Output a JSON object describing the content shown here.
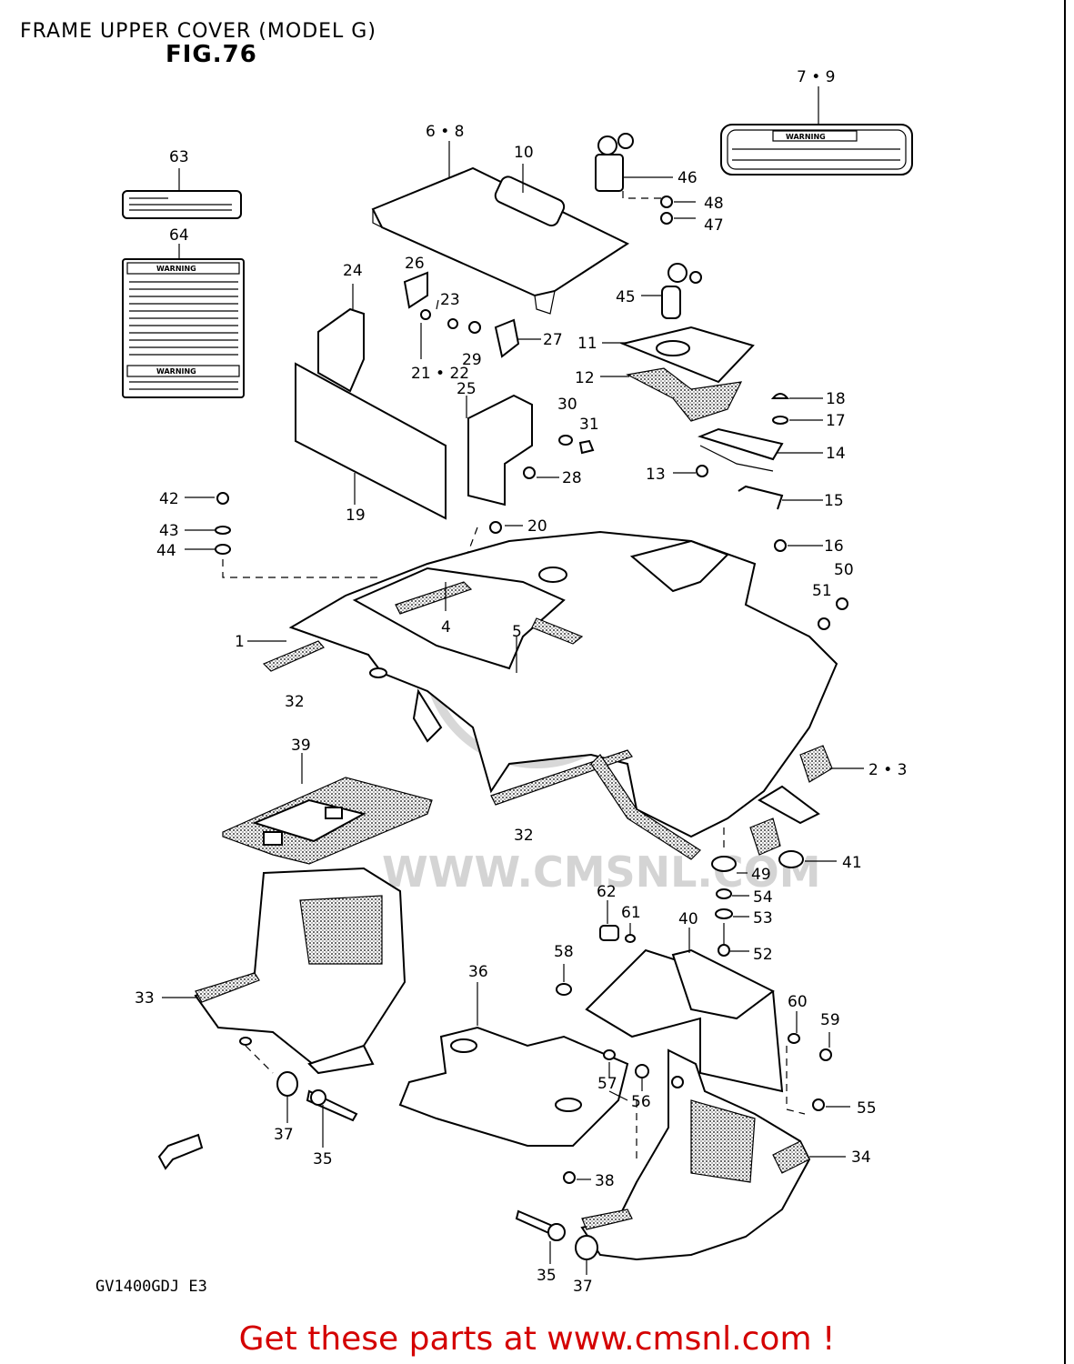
{
  "page": {
    "title": "FRAME UPPER COVER (MODEL G)",
    "figure": "FIG.76",
    "model_code": "GV1400GDJ  E3",
    "footer": "Get these parts at www.cmsnl.com !",
    "watermark": "WWW.CMSNL.COM"
  },
  "labels": {
    "warning": "WARNING"
  },
  "callouts": {
    "c1": "1",
    "c2_3": "2 • 3",
    "c4": "4",
    "c5": "5",
    "c6_8": "6 • 8",
    "c7_9": "7 • 9",
    "c10": "10",
    "c11": "11",
    "c12": "12",
    "c13": "13",
    "c14": "14",
    "c15": "15",
    "c16": "16",
    "c17": "17",
    "c18": "18",
    "c19": "19",
    "c20": "20",
    "c21_22": "21 • 22",
    "c23": "23",
    "c24": "24",
    "c25": "25",
    "c26": "26",
    "c27": "27",
    "c28": "28",
    "c29": "29",
    "c30": "30",
    "c31": "31",
    "c32a": "32",
    "c32b": "32",
    "c33": "33",
    "c34": "34",
    "c35a": "35",
    "c35b": "35",
    "c36": "36",
    "c37a": "37",
    "c37b": "37",
    "c38": "38",
    "c39": "39",
    "c40": "40",
    "c41": "41",
    "c42": "42",
    "c43": "43",
    "c44": "44",
    "c45": "45",
    "c46": "46",
    "c47": "47",
    "c48": "48",
    "c49": "49",
    "c50": "50",
    "c51": "51",
    "c52": "52",
    "c53": "53",
    "c54": "54",
    "c55": "55",
    "c56": "56",
    "c57": "57",
    "c58": "58",
    "c59": "59",
    "c60": "60",
    "c61": "61",
    "c62": "62",
    "c63": "63",
    "c64": "64"
  }
}
